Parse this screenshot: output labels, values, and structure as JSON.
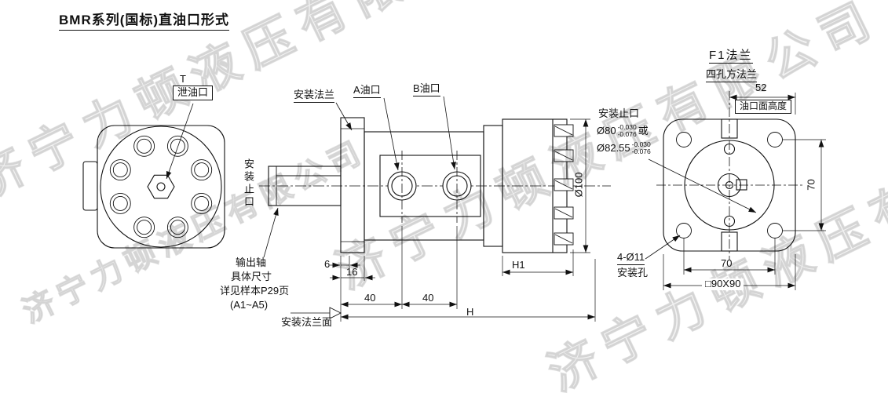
{
  "title": "BMR系列(国标)直油口形式",
  "watermark": {
    "text": "济宁力顿液压有限公司"
  },
  "left_view": {
    "label_t": "T",
    "drain_port": "泄油口",
    "shaft_note": {
      "line1": "输出轴",
      "line2": "具体尺寸",
      "line3": "详见样本P29页",
      "line4": "(A1~A5)"
    }
  },
  "side_view": {
    "mounting_flange": "安装法兰",
    "port_a": "A油口",
    "port_b": "B油口",
    "mounting_spigot": "安装止口",
    "flange_face": "安装法兰面",
    "dim_6": "6",
    "dim_16": "16",
    "dim_40_a": "40",
    "dim_40_b": "40",
    "dim_h": "H",
    "dim_h1": "H1",
    "dim_dia_100": "Ø100"
  },
  "front_view": {
    "flange_title": "F1法兰",
    "flange_subtitle": "四孔方法兰",
    "dim_52": "52",
    "port_face_height": "油口面高度",
    "mounting_spigot": "安装止口",
    "spigot_dia_1": {
      "base": "Ø80",
      "tol_upper": "-0.030",
      "tol_lower": "-0.076",
      "suffix": "或"
    },
    "spigot_dia_2": {
      "base": "Ø82.55",
      "tol_upper": "-0.030",
      "tol_lower": "-0.076"
    },
    "dim_70_vertical": "70",
    "dim_70_horizontal": "70",
    "dim_square": "□90X90",
    "mounting_holes_label": "4-Ø11",
    "mounting_holes_label2": "安装孔"
  }
}
